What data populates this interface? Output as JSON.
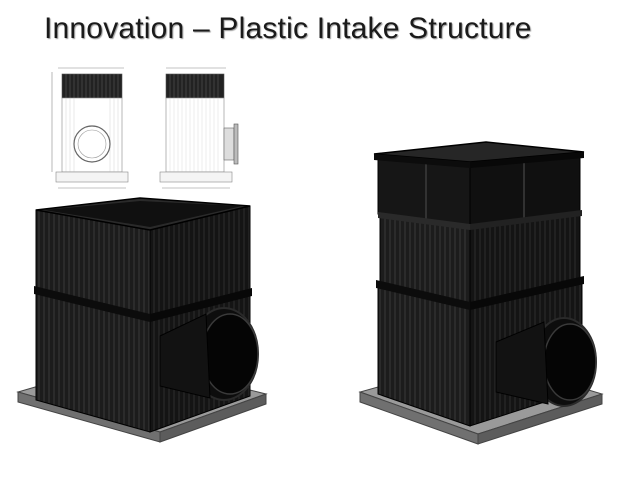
{
  "slide": {
    "title": "Innovation – Plastic Intake Structure"
  },
  "colors": {
    "structure": "#1e1e1e",
    "structure_dark": "#0f0f0f",
    "base": "#8a8a8a",
    "base_dark": "#5e5e5e",
    "drawing_line": "#7a7a7a"
  },
  "figures": [
    {
      "name": "front-elevation-drawing"
    },
    {
      "name": "side-elevation-drawing"
    },
    {
      "name": "intake-structure-render-open-top"
    },
    {
      "name": "intake-structure-render-covered"
    }
  ]
}
